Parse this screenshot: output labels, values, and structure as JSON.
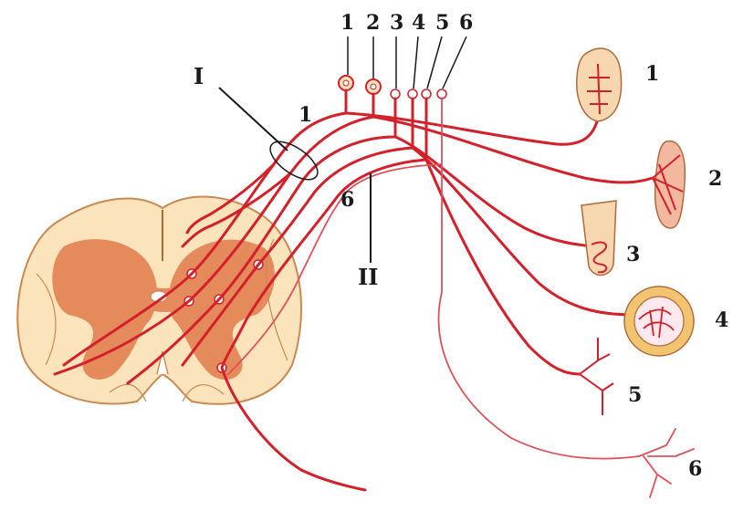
{
  "colors": {
    "nerve": "#d4202a",
    "nerve_thin": "#e0505a",
    "gray_matter": "#e07a4a",
    "white_matter": "#fbe3bb",
    "outline": "#c98a52",
    "text": "#1a1a1a"
  },
  "labels": {
    "top_numbers": [
      "1",
      "2",
      "3",
      "4",
      "5",
      "6"
    ],
    "right_numbers": [
      "1",
      "2",
      "3",
      "4",
      "5",
      "6"
    ],
    "roman_one": "I",
    "roman_two": "II",
    "nerve_label_one": "1",
    "nerve_label_six": "6"
  }
}
